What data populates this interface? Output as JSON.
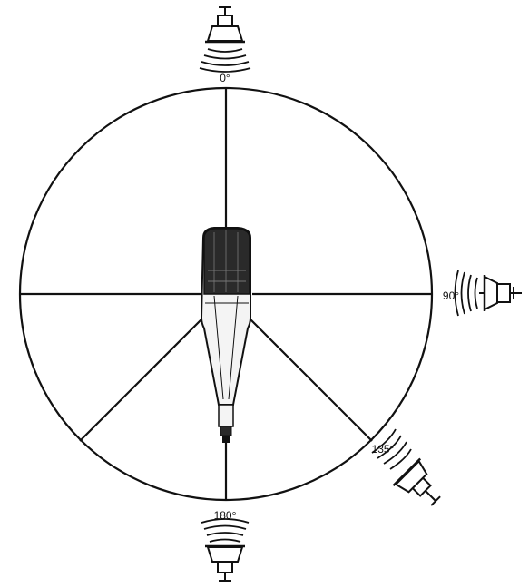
{
  "diagram": {
    "labels": {
      "angle_0": "0°",
      "angle_90": "90°",
      "angle_135": "135°",
      "angle_180": "180°"
    },
    "colors": {
      "line": "#111111",
      "background": "#ffffff",
      "mic_dark": "#2a2a2a",
      "mic_body": "#f4f4f4"
    }
  }
}
